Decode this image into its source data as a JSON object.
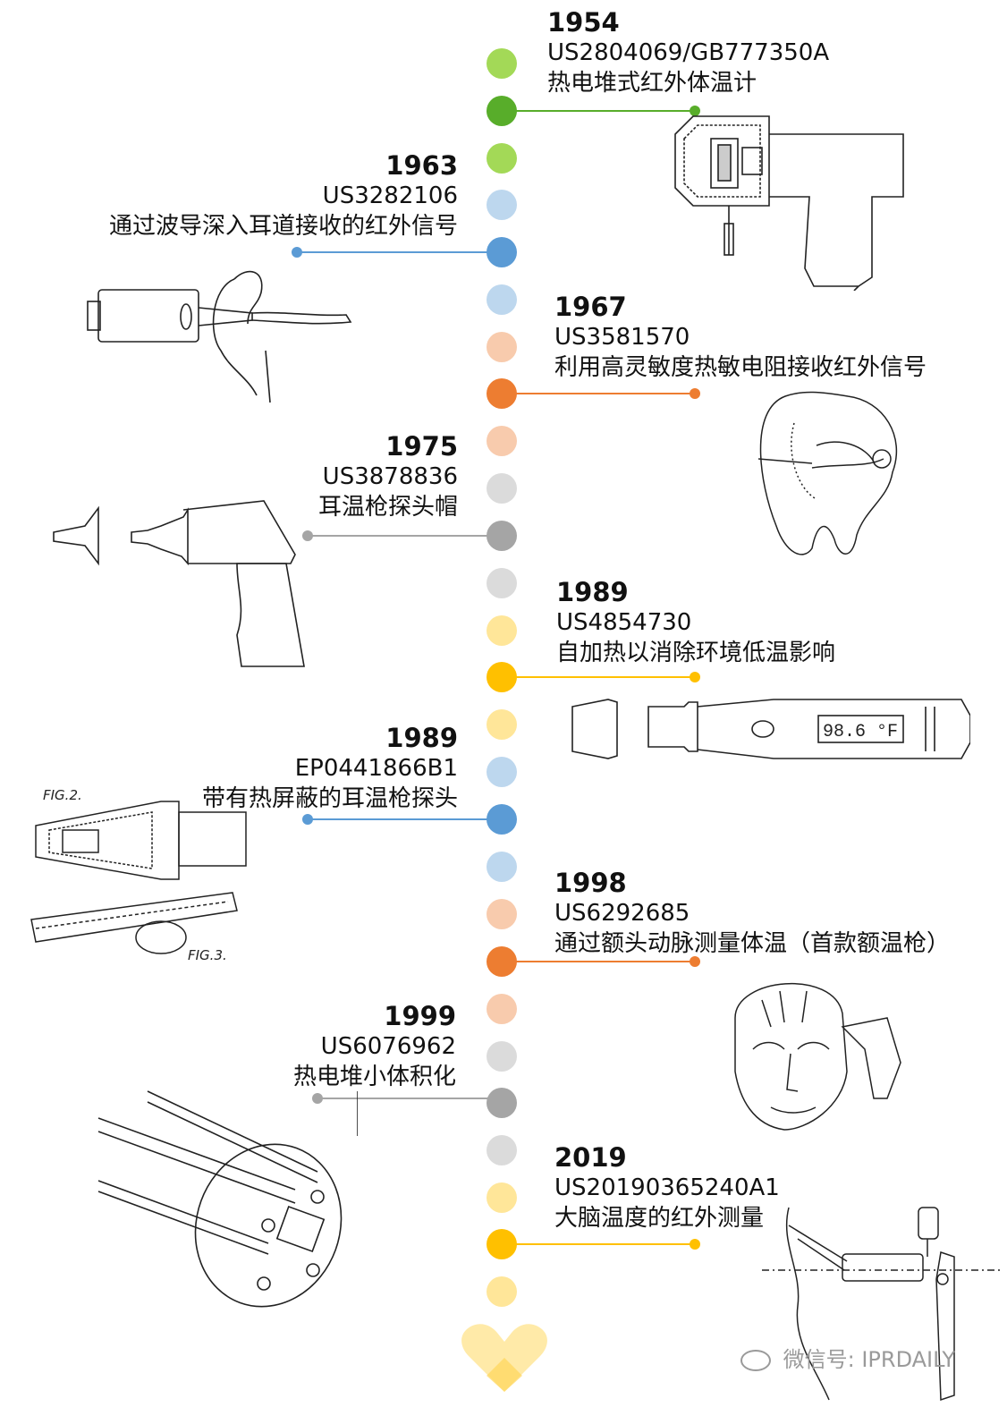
{
  "colors": {
    "green": "#58ad2a",
    "green_light": "#a3d957",
    "blue": "#5b9bd5",
    "blue_light": "#bdd7ee",
    "orange": "#ed7d31",
    "orange_light": "#f8cbad",
    "gray": "#a5a5a5",
    "gray_light": "#dbdbdb",
    "yellow": "#ffc000",
    "yellow_light": "#ffe699"
  },
  "entries": [
    {
      "year": "1954",
      "patent": "US2804069/GB777350A",
      "description": "热电堆式红外体温计"
    },
    {
      "year": "1963",
      "patent": "US3282106",
      "description": "通过波导深入耳道接收的红外信号"
    },
    {
      "year": "1967",
      "patent": "US3581570",
      "description": "利用高灵敏度热敏电阻接收红外信号"
    },
    {
      "year": "1975",
      "patent": "US3878836",
      "description": "耳温枪探头帽"
    },
    {
      "year": "1989",
      "patent": "US4854730",
      "description": "自加热以消除环境低温影响"
    },
    {
      "year": "1989",
      "patent": "EP0441866B1",
      "description": "带有热屏蔽的耳温枪探头"
    },
    {
      "year": "1998",
      "patent": "US6292685",
      "description": "通过额头动脉测量体温（首款额温枪）"
    },
    {
      "year": "1999",
      "patent": "US6076962",
      "description": "热电堆小体积化"
    },
    {
      "year": "2019",
      "patent": "US20190365240A1",
      "description": "大脑温度的红外测量"
    }
  ],
  "figure_texts": {
    "thermometer_display": "98.6 °F",
    "fig2": "FIG.2.",
    "fig3": "FIG.3."
  },
  "watermark": "微信号: IPRDAILY"
}
